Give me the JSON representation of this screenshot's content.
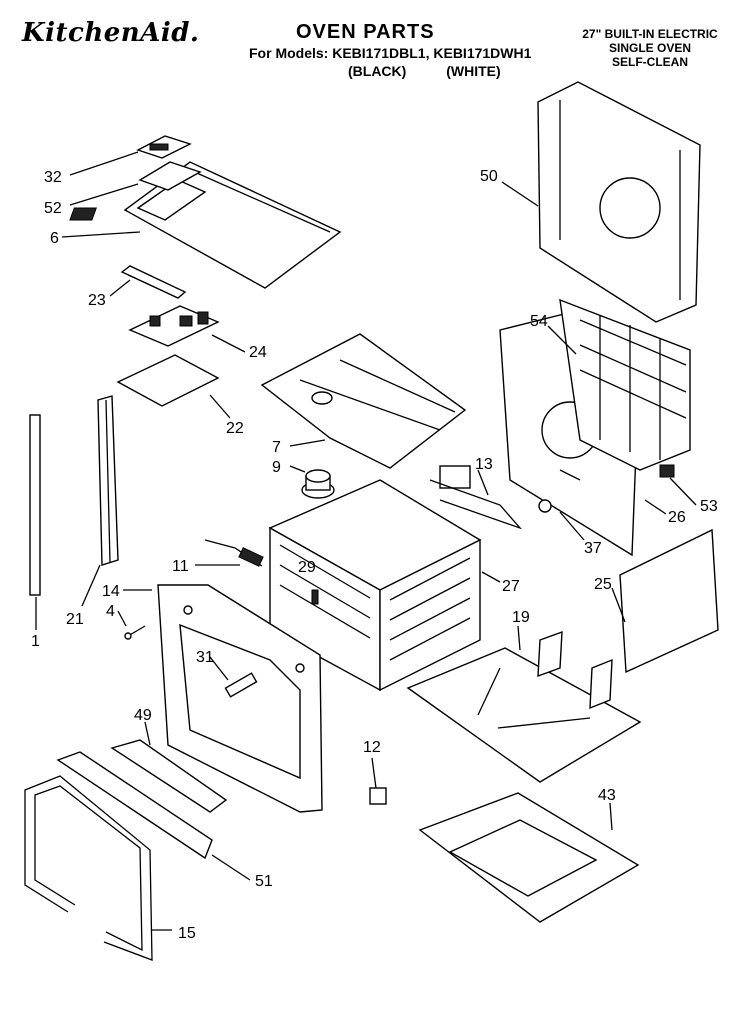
{
  "header": {
    "brand": "KitchenAid.",
    "title": "OVEN PARTS",
    "models": "For Models: KEBI171DBL1, KEBI171DWH1",
    "color_black": "(BLACK)",
    "color_white": "(WHITE)",
    "right_line1": "27\" BUILT-IN ELECTRIC",
    "right_line2": "SINGLE OVEN",
    "right_line3": "SELF-CLEAN"
  },
  "callouts": [
    "32",
    "52",
    "6",
    "23",
    "24",
    "22",
    "7",
    "9",
    "13",
    "11",
    "29",
    "14",
    "4",
    "21",
    "1",
    "31",
    "49",
    "51",
    "15",
    "12",
    "43",
    "19",
    "27",
    "25",
    "26",
    "37",
    "53",
    "54",
    "50"
  ]
}
